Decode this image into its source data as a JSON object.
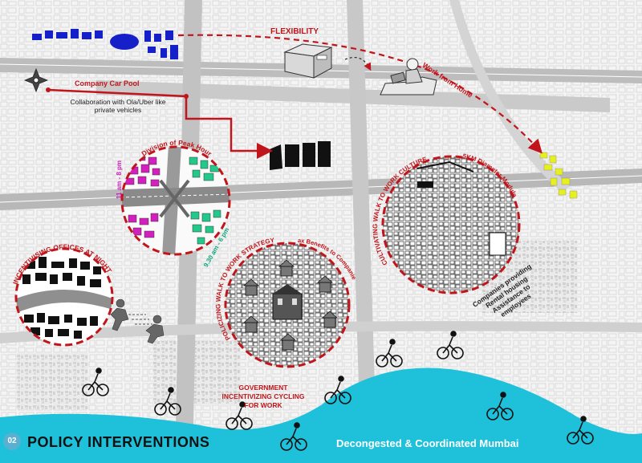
{
  "map": {
    "labels": {
      "flexibility": "FLEXIBILITY",
      "work_from_home": "Work from Home",
      "company_car_pool": "Company Car Pool",
      "car_pool_note": "Collaboration with Ola/Uber like private vehicles",
      "division_peak_hour": "Division of Peak Hour",
      "time_morning": "11 am - 8 pm",
      "time_evening": "9.30 am - 6 pm",
      "incentivising_offices": "INCENTIVISING OFFICES AT NIGHT",
      "policizing_walk": "POLICIZING WALK TO WORK STRATEGY",
      "tax_benefits": "Tax Benefits to Companies",
      "cultivating_walk": "CULTIVATING WALK TO WORK CULTURE",
      "five_km_module": "5KM Diameter Module",
      "rental_note": "Companies providing Rental housing Assistance to employees",
      "gov_cycling": "GOVERNMENT INCENTIVIZING CYCLING FOR WORK"
    },
    "colors": {
      "route": "#c0151b",
      "water": "#1fc0da",
      "blue_blocks": "#1620c8",
      "magenta_blocks": "#d21fbe",
      "green_blocks": "#22c98a",
      "yellow_blocks": "#e6f01e"
    },
    "icons": [
      "compass-icon",
      "desk-icon",
      "person-laptop-icon",
      "cyclist-icon",
      "walker-icon",
      "office-building-icon"
    ]
  },
  "footer": {
    "number": "02",
    "title": "POLICY INTERVENTIONS",
    "subtitle": "Decongested & Coordinated Mumbai"
  }
}
